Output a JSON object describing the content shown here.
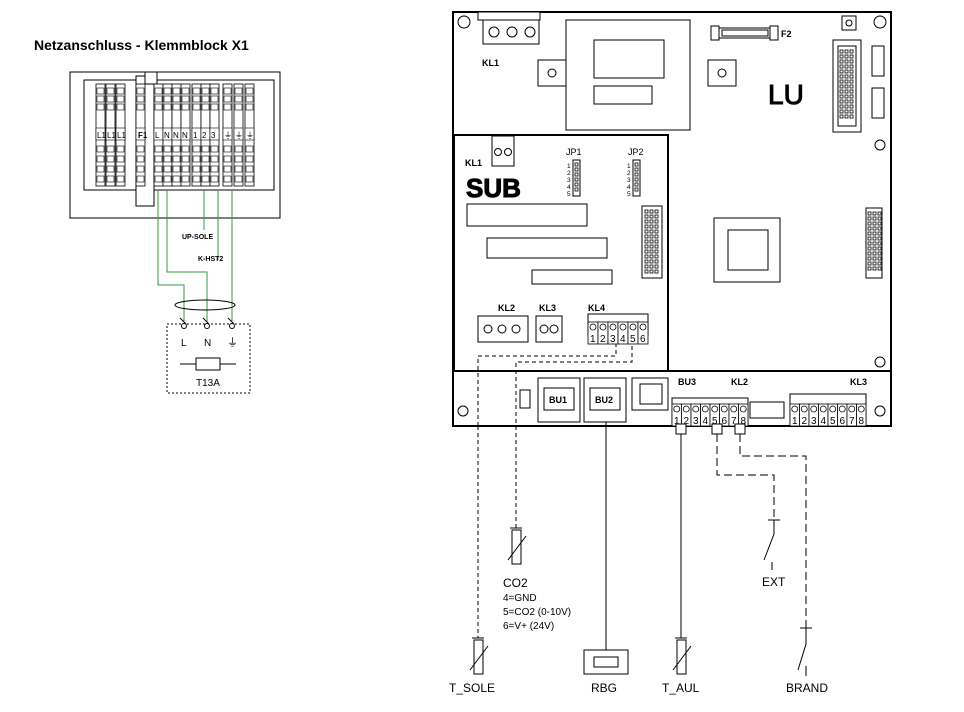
{
  "title": "Netzanschluss - Klemmblock X1",
  "left": {
    "terminal_labels": [
      "L1",
      "L1",
      "L1",
      "F1",
      "L",
      "N",
      "N",
      "N",
      "1",
      "2",
      "3",
      "⏚",
      "⏚",
      "⏚"
    ],
    "wire_labels": [
      "UP-SOLE",
      "K-HST2"
    ],
    "supply_labels": [
      "L",
      "N",
      "⏚"
    ],
    "fuse": "T13A"
  },
  "board": {
    "kl1": "KL1",
    "f2": "F2",
    "lu": "LU",
    "sub": "SUB",
    "sub_kl1": "KL1",
    "jp1": "JP1",
    "jp2": "JP2",
    "jp_pins": [
      "1",
      "2",
      "3",
      "4",
      "5"
    ],
    "kl2_sub": "KL2",
    "kl3_sub": "KL3",
    "kl4": "KL4",
    "kl4_pins": [
      "1",
      "2",
      "3",
      "4",
      "5",
      "6"
    ],
    "bu1": "BU1",
    "bu2": "BU2",
    "bu3": "BU3",
    "kl2": "KL2",
    "kl2_pins": [
      "1",
      "2",
      "3",
      "4",
      "5",
      "6",
      "7",
      "8"
    ],
    "kl3": "KL3",
    "kl3_pins": [
      "1",
      "2",
      "3",
      "4",
      "5",
      "6",
      "7",
      "8"
    ]
  },
  "devices": {
    "co2": {
      "label": "CO2",
      "lines": [
        "4=GND",
        "5=CO2 (0-10V)",
        "6=V+ (24V)"
      ]
    },
    "t_sole": "T_SOLE",
    "rbg": "RBG",
    "t_aul": "T_AUL",
    "ext": "EXT",
    "brand": "BRAND"
  }
}
